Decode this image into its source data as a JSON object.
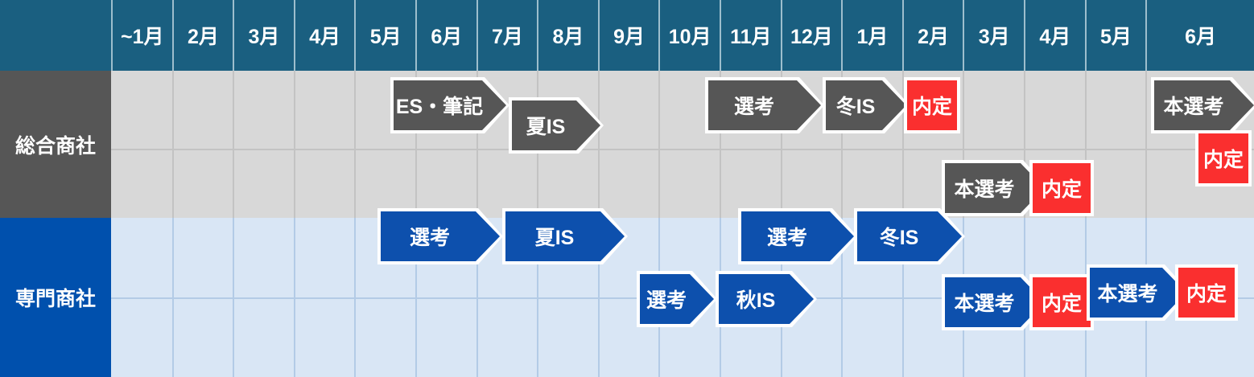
{
  "chart_data": {
    "type": "table",
    "title": "",
    "columns": [
      {
        "label": "",
        "key": "row-label-col"
      },
      {
        "label": "~1月"
      },
      {
        "label": "2月"
      },
      {
        "label": "3月"
      },
      {
        "label": "4月"
      },
      {
        "label": "5月"
      },
      {
        "label": "6月"
      },
      {
        "label": "7月"
      },
      {
        "label": "8月"
      },
      {
        "label": "9月"
      },
      {
        "label": "10月"
      },
      {
        "label": "11月"
      },
      {
        "label": "12月"
      },
      {
        "label": "1月"
      },
      {
        "label": "2月"
      },
      {
        "label": "3月"
      },
      {
        "label": "4月"
      },
      {
        "label": "5月"
      },
      {
        "label": "6月"
      }
    ],
    "rows": [
      {
        "label": "総合商社",
        "color": "#565656"
      },
      {
        "label": "専門商社",
        "color": "#0050ad"
      }
    ],
    "legend": [],
    "xlabel": "",
    "ylabel": ""
  },
  "header": {
    "corner_label": "",
    "months": [
      "~1月",
      "2月",
      "3月",
      "4月",
      "5月",
      "6月",
      "7月",
      "8月",
      "9月",
      "10月",
      "11月",
      "12月",
      "1月",
      "2月",
      "3月",
      "4月",
      "5月",
      "6月"
    ]
  },
  "rows": {
    "general_trading": {
      "label": "総合商社",
      "color": "#565656",
      "band_color": "#d8d8d8"
    },
    "specialty_trading": {
      "label": "専門商社",
      "color": "#0050ad",
      "band_color": "#d9e6f5"
    }
  },
  "colors": {
    "header_blue": "#1a5f80",
    "gray": "#565656",
    "blue": "#0d50ad",
    "red": "#fa2f2f",
    "gray_band": "#d8d8d8",
    "blue_band": "#d9e6f5",
    "outline": "#ffffff"
  },
  "nodes": {
    "general": [
      {
        "id": "gen-es-hikki",
        "label": "ES・筆記",
        "shape": "chevron",
        "fill": "gray"
      },
      {
        "id": "gen-natsu-is",
        "label": "夏IS",
        "shape": "chevron",
        "fill": "gray"
      },
      {
        "id": "gen-senko",
        "label": "選考",
        "shape": "chevron",
        "fill": "gray"
      },
      {
        "id": "gen-fuyu-is",
        "label": "冬IS",
        "shape": "chevron",
        "fill": "gray"
      },
      {
        "id": "gen-naitei-1",
        "label": "内定",
        "shape": "box",
        "fill": "red"
      },
      {
        "id": "gen-honsenko-right",
        "label": "本選考",
        "shape": "chevron",
        "fill": "gray"
      },
      {
        "id": "gen-naitei-right",
        "label": "内定",
        "shape": "box",
        "fill": "red"
      },
      {
        "id": "gen-honsenko-mid",
        "label": "本選考",
        "shape": "chevron",
        "fill": "gray"
      },
      {
        "id": "gen-naitei-mid",
        "label": "内定",
        "shape": "box",
        "fill": "red"
      }
    ],
    "specialty": [
      {
        "id": "spc-senko-1",
        "label": "選考",
        "shape": "chevron",
        "fill": "blue"
      },
      {
        "id": "spc-natsu-is",
        "label": "夏IS",
        "shape": "chevron",
        "fill": "blue"
      },
      {
        "id": "spc-senko-2",
        "label": "選考",
        "shape": "chevron",
        "fill": "blue"
      },
      {
        "id": "spc-fuyu-is",
        "label": "冬IS",
        "shape": "chevron",
        "fill": "blue"
      },
      {
        "id": "spc-senko-3",
        "label": "選考",
        "shape": "chevron",
        "fill": "blue"
      },
      {
        "id": "spc-aki-is",
        "label": "秋IS",
        "shape": "chevron",
        "fill": "blue"
      },
      {
        "id": "spc-honsenko-1",
        "label": "本選考",
        "shape": "chevron",
        "fill": "blue"
      },
      {
        "id": "spc-naitei-1",
        "label": "内定",
        "shape": "box",
        "fill": "red"
      },
      {
        "id": "spc-honsenko-2",
        "label": "本選考",
        "shape": "chevron",
        "fill": "blue"
      },
      {
        "id": "spc-naitei-2",
        "label": "内定",
        "shape": "box",
        "fill": "red"
      }
    ]
  }
}
